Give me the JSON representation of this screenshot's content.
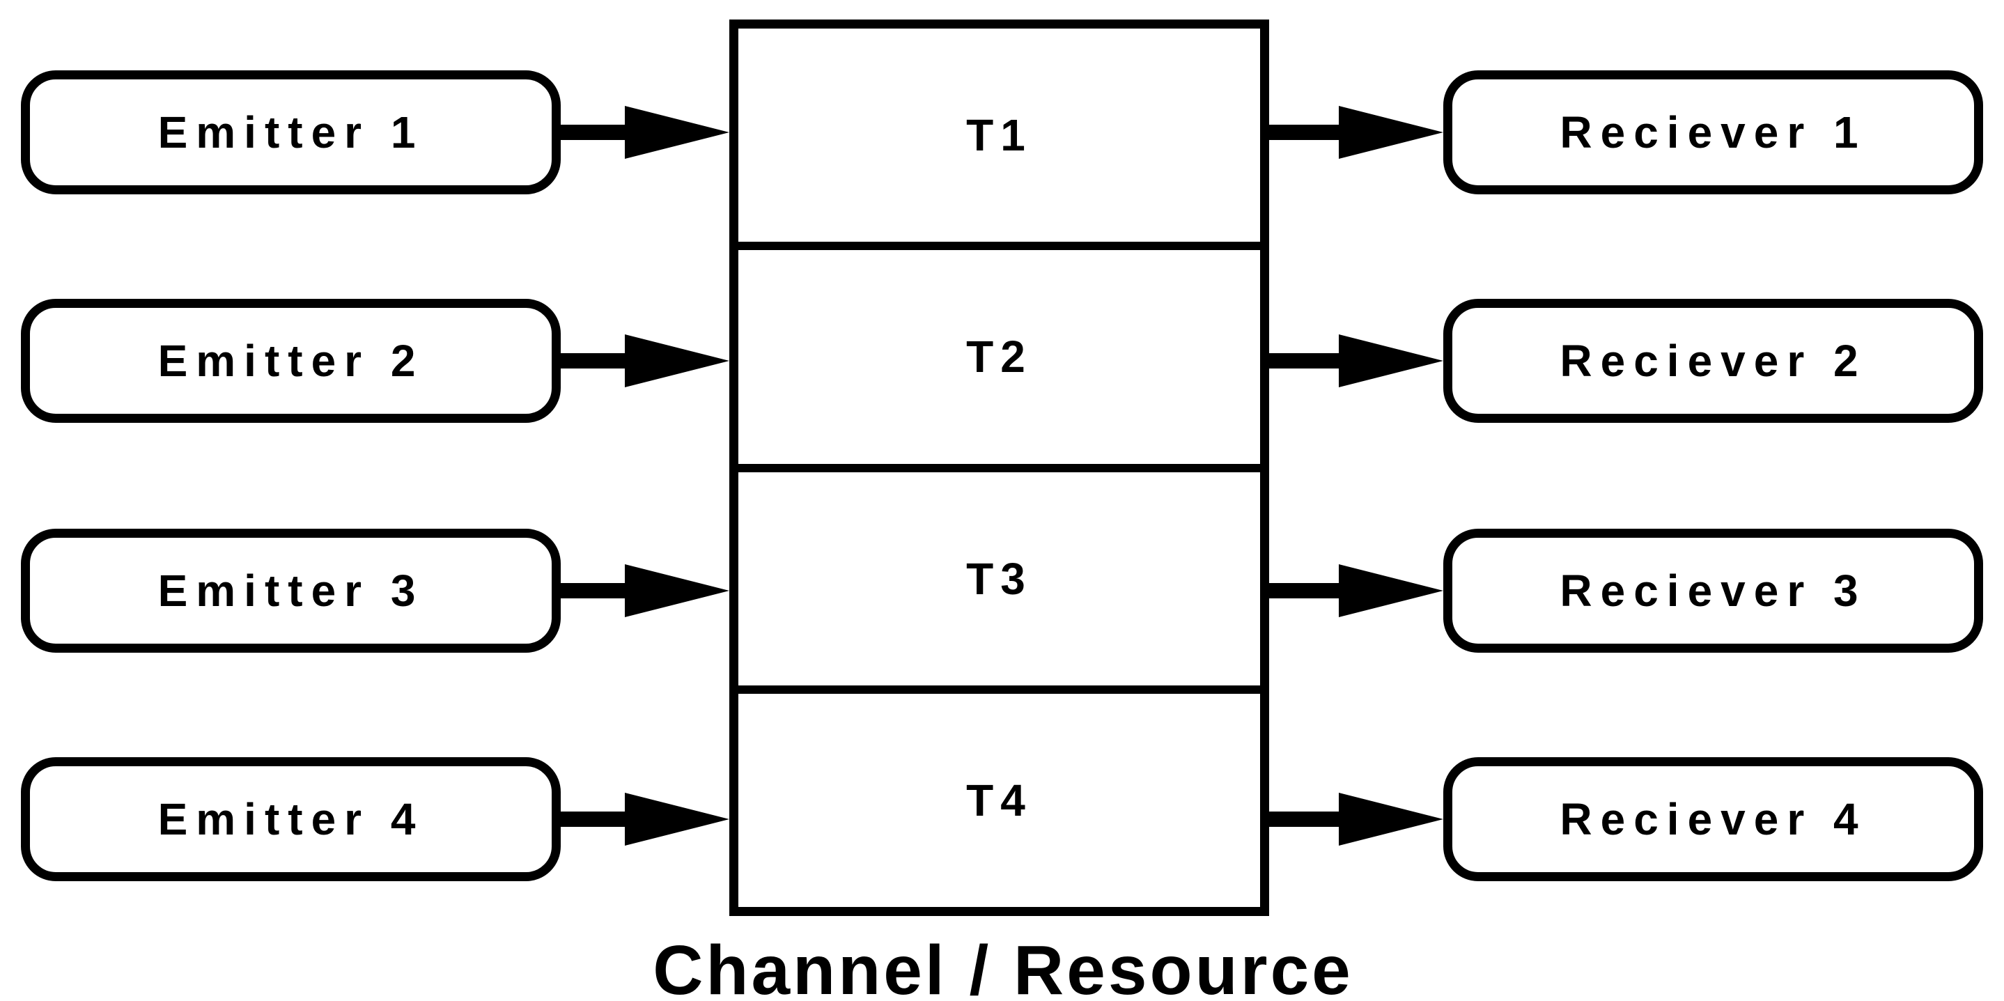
{
  "diagram": {
    "rows": [
      {
        "emitter": "Emitter 1",
        "slot": "T1",
        "receiver": "Reciever 1"
      },
      {
        "emitter": "Emitter 2",
        "slot": "T2",
        "receiver": "Reciever 2"
      },
      {
        "emitter": "Emitter 3",
        "slot": "T3",
        "receiver": "Reciever 3"
      },
      {
        "emitter": "Emitter 4",
        "slot": "T4",
        "receiver": "Reciever 4"
      }
    ],
    "caption": "Channel / Resource",
    "colors": {
      "stroke": "#000000",
      "background": "#ffffff"
    }
  }
}
